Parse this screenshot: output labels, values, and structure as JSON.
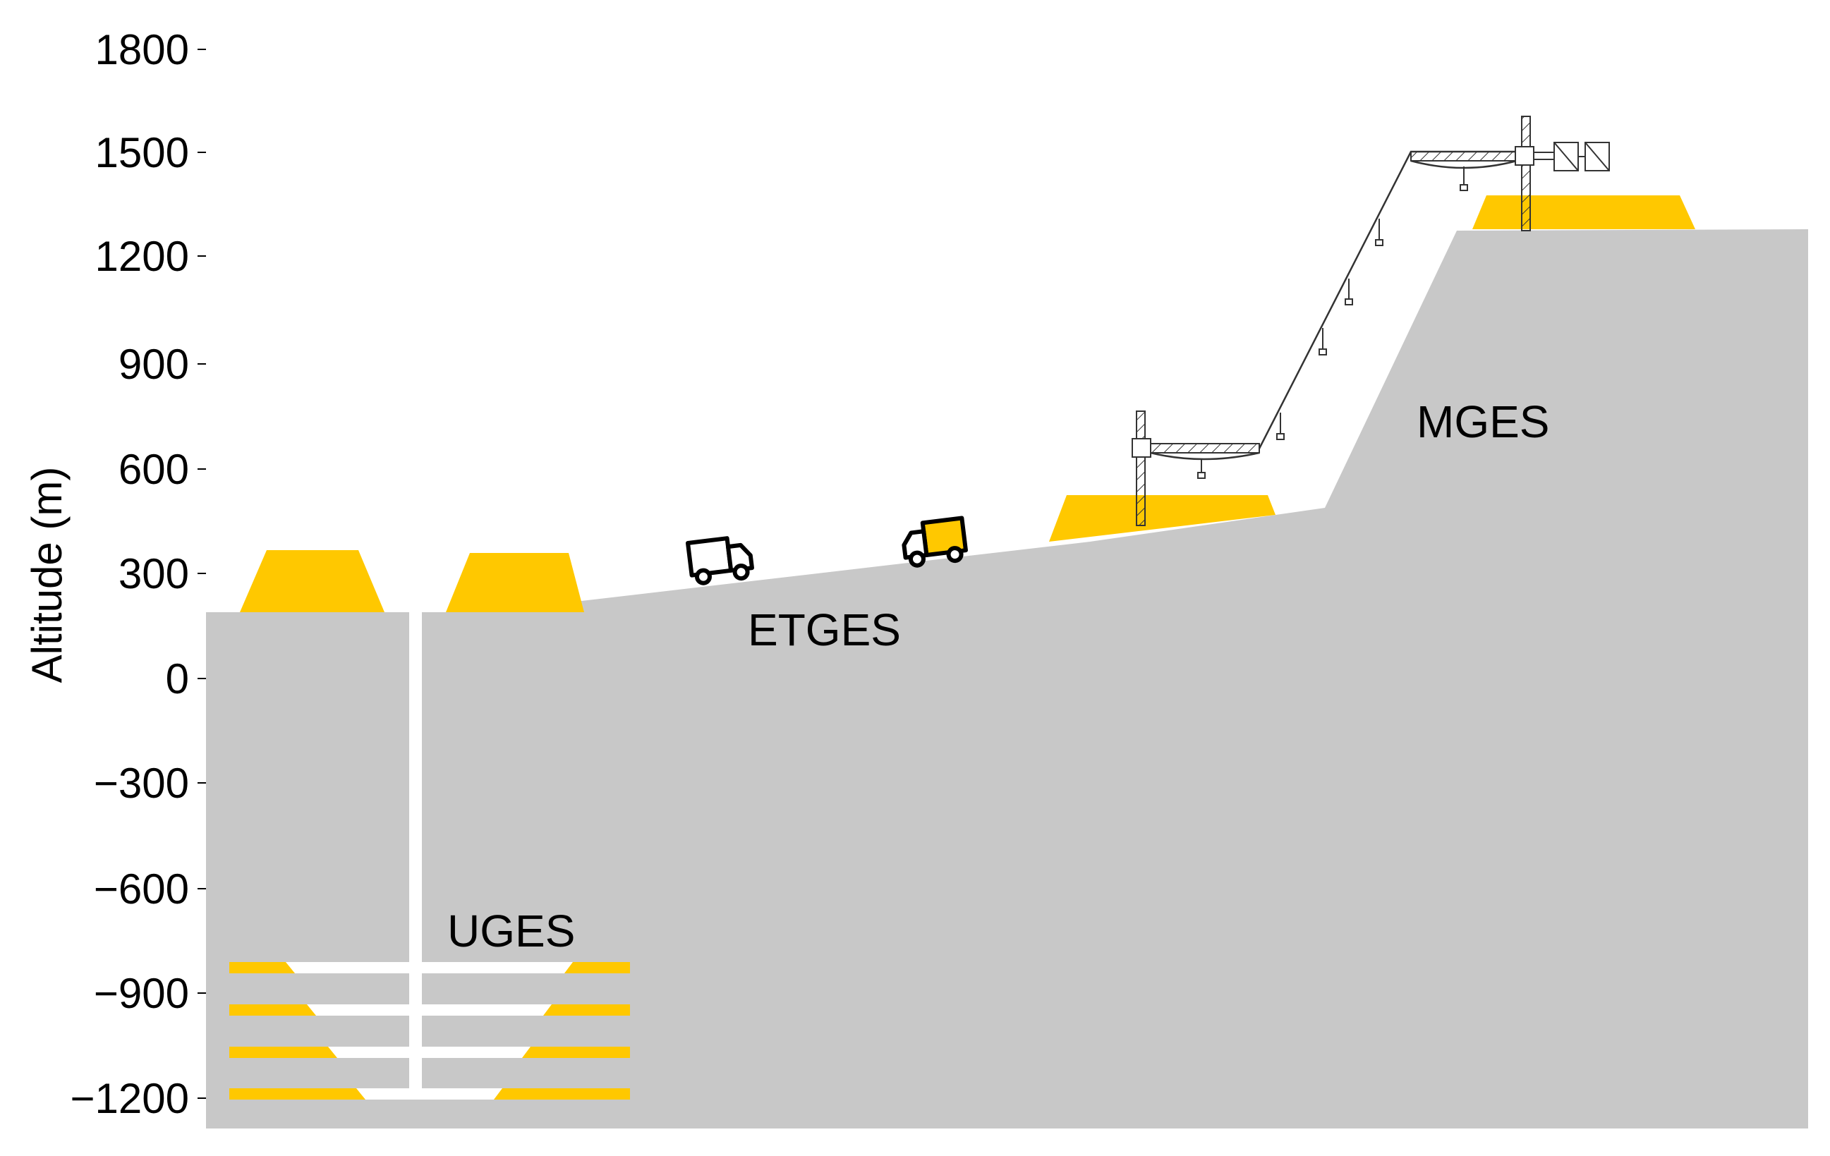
{
  "axis": {
    "title": "Altitude (m)",
    "ticks": [
      "1800",
      "1500",
      "1200",
      "900",
      "600",
      "300",
      "0",
      "−300",
      "−600",
      "−900",
      "−1200"
    ]
  },
  "labels": {
    "etges": "ETGES",
    "mges": "MGES",
    "uges": "UGES"
  },
  "colors": {
    "terrain": "#c8c8c8",
    "storage": "#ffc800",
    "tunnel": "#ffffff",
    "line": "#333333"
  },
  "icons": [
    "truck-icon",
    "truck-loaded-icon",
    "crane-tower-icon",
    "cable-car-icon"
  ]
}
